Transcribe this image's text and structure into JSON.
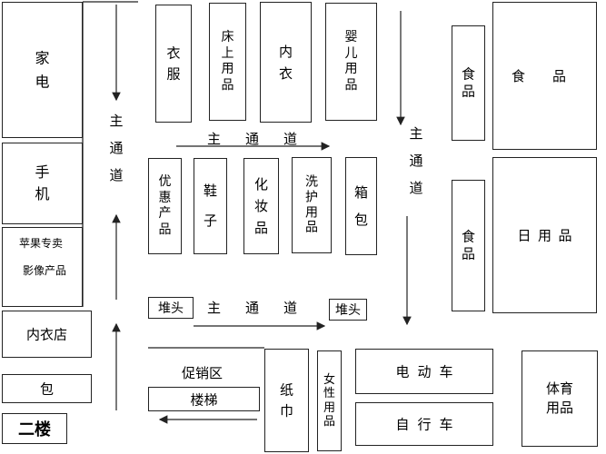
{
  "stores": {
    "appliances": "家电",
    "phones": "手机",
    "apple_store_1": "苹果专卖",
    "apple_store_2": "影像产品",
    "lingerie_shop": "内衣店",
    "bags_left": "包",
    "floor": "二楼",
    "clothing": "衣服",
    "bedding": "床上用品",
    "underwear": "内衣",
    "baby": "婴儿用品",
    "food_1": "食品",
    "food_large": "食　　品",
    "food_2": "食品",
    "daily": "日用品",
    "discount": "优惠产品",
    "shoes": "鞋子",
    "cosmetics": "化妆品",
    "toiletries": "洗护用品",
    "luggage": "箱包",
    "stack_1": "堆头",
    "stack_2": "堆头",
    "promo": "促销区",
    "stairs": "楼梯",
    "tissue": "纸巾",
    "female": "女性用品",
    "ebike": "电动车",
    "bicycle": "自行车",
    "sports": "体育用品"
  },
  "aisles": {
    "main_vertical_left": "主通道",
    "main_vertical_right": "主通道",
    "main_top": "主通道",
    "main_bottom": "主通道"
  }
}
